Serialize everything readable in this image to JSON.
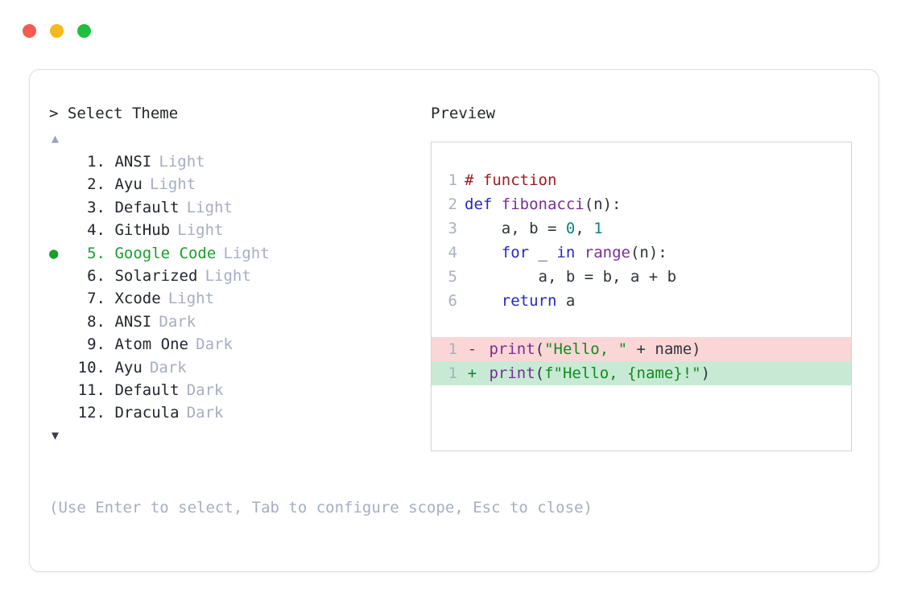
{
  "window": {
    "dots": [
      {
        "name": "close",
        "color": "#f55b52"
      },
      {
        "name": "minimize",
        "color": "#f7b81b"
      },
      {
        "name": "maximize",
        "color": "#22bf3e"
      }
    ]
  },
  "chooser": {
    "prompt_caret": ">",
    "prompt_label": "Select Theme",
    "scroll_up_icon": "▲",
    "scroll_down_icon": "▼",
    "scroll_up_enabled": false,
    "scroll_down_enabled": true,
    "selected_index": 5,
    "selected_bullet": "●",
    "accent_selected": "#1a9e2e",
    "items": [
      {
        "number": "1.",
        "name": "ANSI",
        "variant": "Light",
        "selected": false
      },
      {
        "number": "2.",
        "name": "Ayu",
        "variant": "Light",
        "selected": false
      },
      {
        "number": "3.",
        "name": "Default",
        "variant": "Light",
        "selected": false
      },
      {
        "number": "4.",
        "name": "GitHub",
        "variant": "Light",
        "selected": false
      },
      {
        "number": "5.",
        "name": "Google Code",
        "variant": "Light",
        "selected": true
      },
      {
        "number": "6.",
        "name": "Solarized",
        "variant": "Light",
        "selected": false
      },
      {
        "number": "7.",
        "name": "Xcode",
        "variant": "Light",
        "selected": false
      },
      {
        "number": "8.",
        "name": "ANSI",
        "variant": "Dark",
        "selected": false
      },
      {
        "number": "9.",
        "name": "Atom One",
        "variant": "Dark",
        "selected": false
      },
      {
        "number": "10.",
        "name": "Ayu",
        "variant": "Dark",
        "selected": false
      },
      {
        "number": "11.",
        "name": "Default",
        "variant": "Dark",
        "selected": false
      },
      {
        "number": "12.",
        "name": "Dracula",
        "variant": "Dark",
        "selected": false
      }
    ]
  },
  "hint": "(Use Enter to select, Tab to configure scope, Esc to close)",
  "preview": {
    "label": "Preview",
    "code_lines": [
      {
        "num": "1",
        "tokens": [
          {
            "t": "# function",
            "c": "comment"
          }
        ]
      },
      {
        "num": "2",
        "tokens": [
          {
            "t": "def ",
            "c": "kw"
          },
          {
            "t": "fibonacci",
            "c": "fn"
          },
          {
            "t": "(n):",
            "c": "plain"
          }
        ]
      },
      {
        "num": "3",
        "tokens": [
          {
            "t": "    a, b = ",
            "c": "plain"
          },
          {
            "t": "0",
            "c": "num"
          },
          {
            "t": ", ",
            "c": "plain"
          },
          {
            "t": "1",
            "c": "num"
          }
        ]
      },
      {
        "num": "4",
        "tokens": [
          {
            "t": "    ",
            "c": "plain"
          },
          {
            "t": "for",
            "c": "kw"
          },
          {
            "t": " _ ",
            "c": "plain"
          },
          {
            "t": "in",
            "c": "kw"
          },
          {
            "t": " ",
            "c": "plain"
          },
          {
            "t": "range",
            "c": "fn"
          },
          {
            "t": "(n):",
            "c": "plain"
          }
        ]
      },
      {
        "num": "5",
        "tokens": [
          {
            "t": "        a, b = b, a + b",
            "c": "plain"
          }
        ]
      },
      {
        "num": "6",
        "tokens": [
          {
            "t": "    ",
            "c": "plain"
          },
          {
            "t": "return",
            "c": "kw"
          },
          {
            "t": " a",
            "c": "plain"
          }
        ]
      }
    ],
    "diff_lines": [
      {
        "num": "1",
        "sign": "-",
        "kind": "del",
        "bg": "#fbd6d6",
        "tokens": [
          {
            "t": "print",
            "c": "fn"
          },
          {
            "t": "(",
            "c": "plain"
          },
          {
            "t": "\"Hello, \"",
            "c": "str"
          },
          {
            "t": " + name)",
            "c": "plain"
          }
        ]
      },
      {
        "num": "1",
        "sign": "+",
        "kind": "add",
        "bg": "#c8ead5",
        "tokens": [
          {
            "t": "print",
            "c": "fn"
          },
          {
            "t": "(",
            "c": "plain"
          },
          {
            "t": "f\"Hello, {name}!\"",
            "c": "str"
          },
          {
            "t": ")",
            "c": "plain"
          }
        ]
      }
    ]
  }
}
